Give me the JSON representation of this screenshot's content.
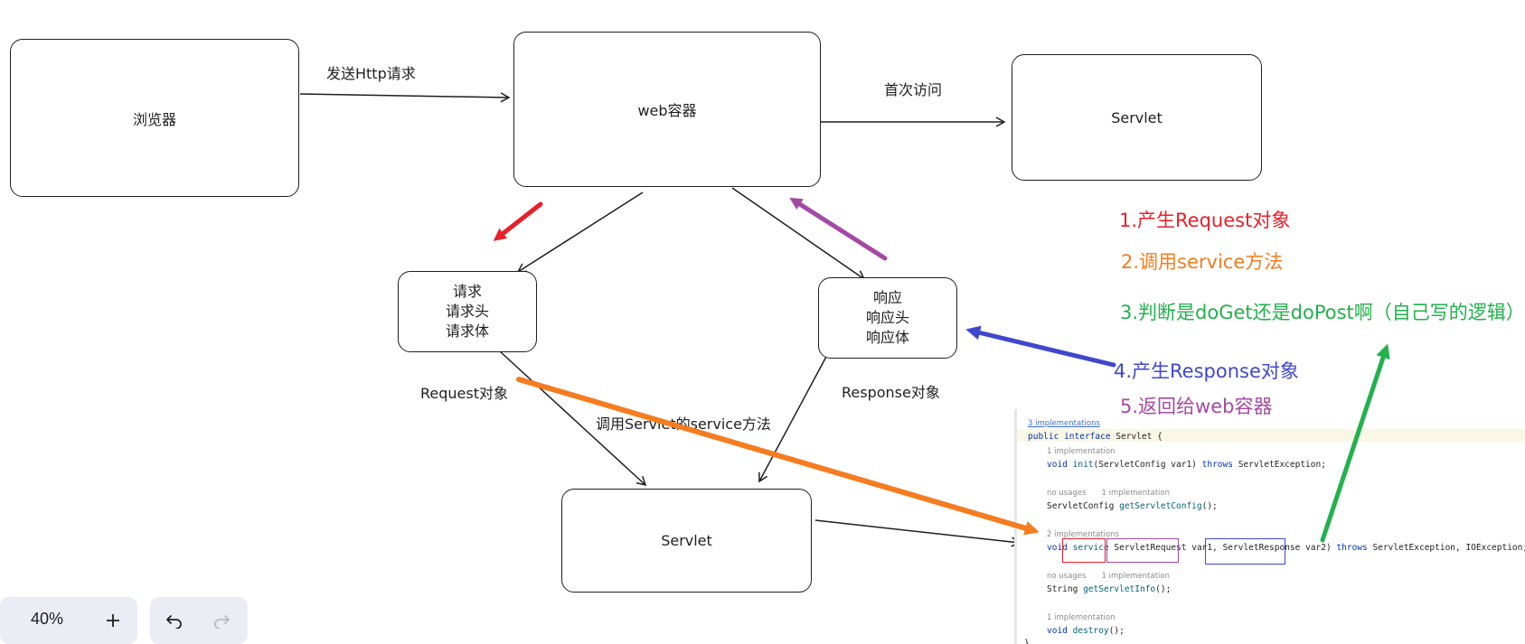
{
  "boxes": {
    "browser": "浏览器",
    "web_container": "web容器",
    "servlet_top": "Servlet",
    "request_lines": [
      "请求",
      "请求头",
      "请求体"
    ],
    "response_lines": [
      "响应",
      "响应头",
      "响应体"
    ],
    "servlet_bottom": "Servlet"
  },
  "edge_labels": {
    "send_http": "发送Http请求",
    "first_visit": "首次访问",
    "request_object": "Request对象",
    "response_object": "Response对象",
    "call_service": "调用Servlet的service方法"
  },
  "steps": [
    {
      "text": "1.产生Request对象",
      "color": "#e8202a"
    },
    {
      "text": "2.调用service方法",
      "color": "#f57c1f"
    },
    {
      "text": "3.判断是doGet还是doPost啊（自己写的逻辑）",
      "color": "#22b14c"
    },
    {
      "text": "4.产生Response对象",
      "color": "#3f48cc"
    },
    {
      "text": "5.返回给web容器",
      "color": "#a349a4"
    }
  ],
  "code": {
    "implementations_hint": "3 implementations",
    "line1_kw1": "public",
    "line1_kw2": "interface",
    "line1_name": "Servlet",
    "line1_brace": "{",
    "hint_init": "1 implementation",
    "init_void": "void",
    "init_name": "init",
    "init_args": "(ServletConfig var1)",
    "init_throws": "throws",
    "init_exc": "ServletException;",
    "hint_config_usages": "no usages",
    "hint_config_impl": "1 implementation",
    "config_type": "ServletConfig",
    "config_name": "getServletConfig",
    "config_tail": "();",
    "hint_service": "2 implementations",
    "service_void": "void",
    "service_name": "service",
    "service_req_type": "ServletRequest",
    "service_var1": "var1,",
    "service_res_type": "ServletResponse",
    "service_var2": "var2)",
    "service_throws": "throws",
    "service_exc": "ServletException, IOException;",
    "hint_info_usages": "no usages",
    "hint_info_impl": "1 implementation",
    "info_type": "String",
    "info_name": "getServletInfo",
    "info_tail": "();",
    "hint_destroy": "1 implementation",
    "destroy_void": "void",
    "destroy_name": "destroy",
    "destroy_tail": "();",
    "closing": "}"
  },
  "toolbar": {
    "zoom_level": "40%",
    "zoom_in_icon": "plus-icon",
    "undo_icon": "undo-icon",
    "redo_icon": "redo-icon"
  },
  "colors": {
    "red": "#e8202a",
    "orange": "#f57c1f",
    "green": "#22b14c",
    "blue": "#3f48cc",
    "purple": "#a349a4",
    "stroke": "#1e1e1e"
  }
}
